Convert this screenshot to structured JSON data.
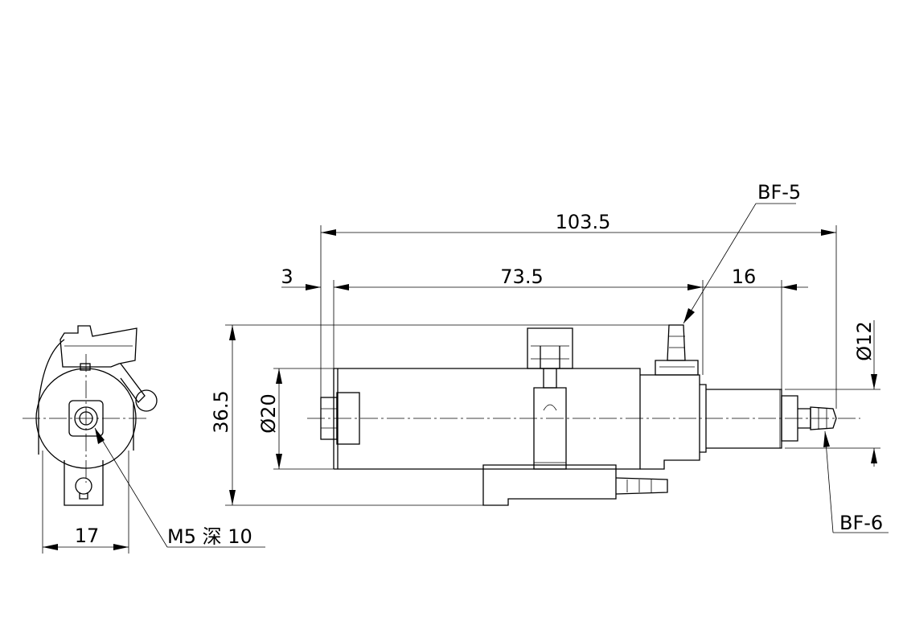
{
  "dimensions": {
    "overall_length": "103.5",
    "body_length": "73.5",
    "left_offset": "3",
    "tail_length": "16",
    "total_height": "36.5",
    "body_diameter": "Ø20",
    "tail_diameter": "Ø12",
    "end_width": "17"
  },
  "callouts": {
    "top_fitting": "BF-5",
    "tail_fitting": "BF-6",
    "thread": "M5 深 10"
  }
}
